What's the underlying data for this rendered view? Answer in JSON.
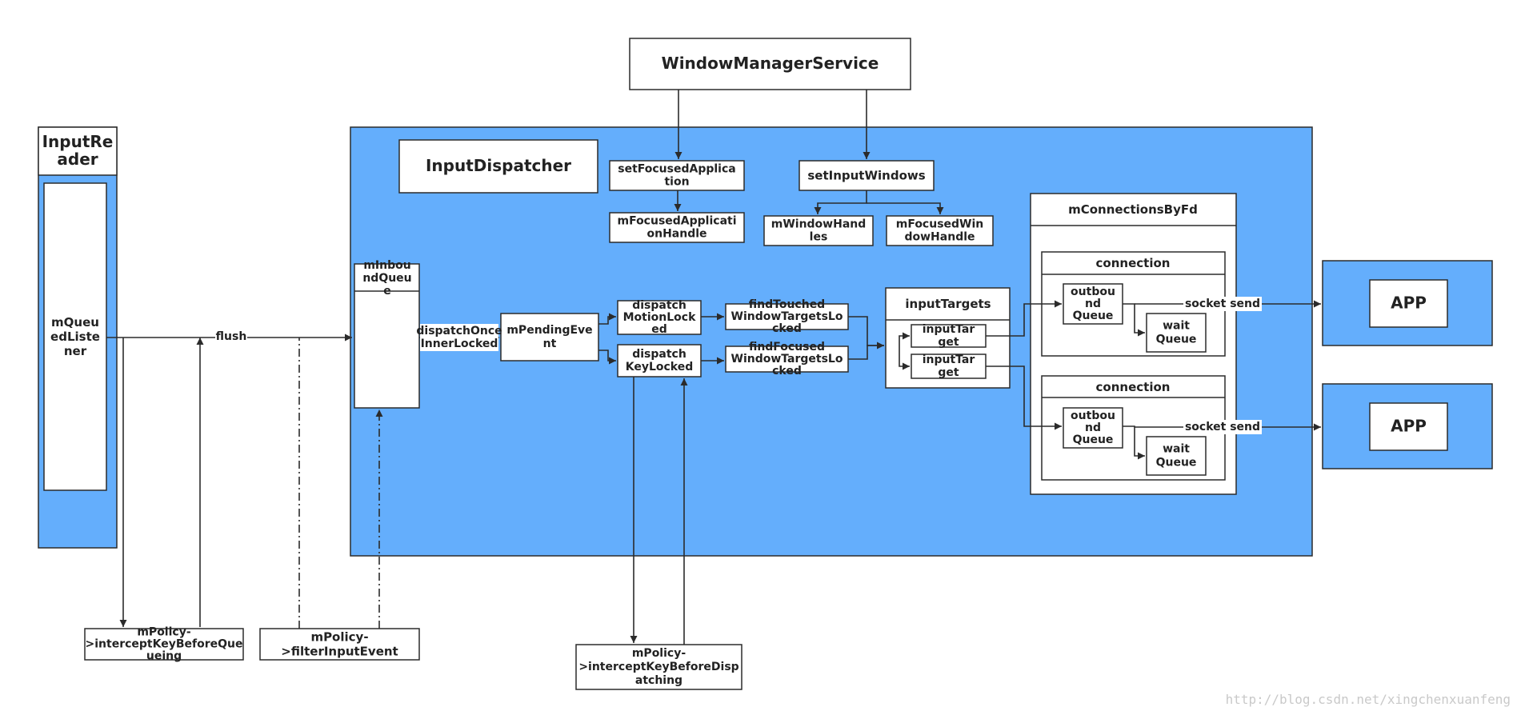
{
  "diagram": {
    "containers": {
      "dispatcher_area": "",
      "input_reader": "InputRe\nader"
    },
    "nodes": {
      "wms": "WindowManagerService",
      "input_dispatcher": "InputDispatcher",
      "set_focused_application": "setFocusedApplica\ntion",
      "m_focused_application_handle": "mFocusedApplicati\nonHandle",
      "set_input_windows": "setInputWindows",
      "m_window_handles": "mWindowHand\nles",
      "m_focused_window_handle": "mFocusedWin\ndowHandle",
      "m_queued_listener": "mQueu\nedListe\nner",
      "m_inbound_queue": "mInbou\nndQueu\ne",
      "m_pending_event": "mPendingEve\nnt",
      "dispatch_motion_locked": "dispatch\nMotionLock\ned",
      "dispatch_key_locked": "dispatch\nKeyLocked",
      "find_touched": "findTouched\nWindowTargetsLo\ncked",
      "find_focused": "findFocused\nWindowTargetsLo\ncked",
      "input_targets": "inputTargets",
      "input_target_1": "inputTar\nget",
      "input_target_2": "inputTar\nget",
      "m_connections_by_fd": "mConnectionsByFd",
      "connection_1": "connection",
      "connection_2": "connection",
      "outbound_queue_1": "outbou\nnd\nQueue",
      "outbound_queue_2": "outbou\nnd\nQueue",
      "wait_queue_1": "wait\nQueue",
      "wait_queue_2": "wait\nQueue",
      "app_1": "APP",
      "app_2": "APP",
      "intercept_before_queueing": "mPolicy-\n>interceptKeyBeforeQue\nueing",
      "filter_input_event": "mPolicy-\n>filterInputEvent",
      "intercept_before_dispatching": "mPolicy-\n>interceptKeyBeforeDisp\natching"
    },
    "edge_labels": {
      "flush": "flush",
      "dispatch_once_inner_locked": "dispatchOnce\nInnerLocked",
      "socket_send_1": "socket send",
      "socket_send_2": "socket send"
    },
    "colors": {
      "area_fill": "#64aefc",
      "box_fill": "#ffffff",
      "stroke": "#2b2b2b"
    },
    "watermark": "http://blog.csdn.net/xingchenxuanfeng"
  }
}
